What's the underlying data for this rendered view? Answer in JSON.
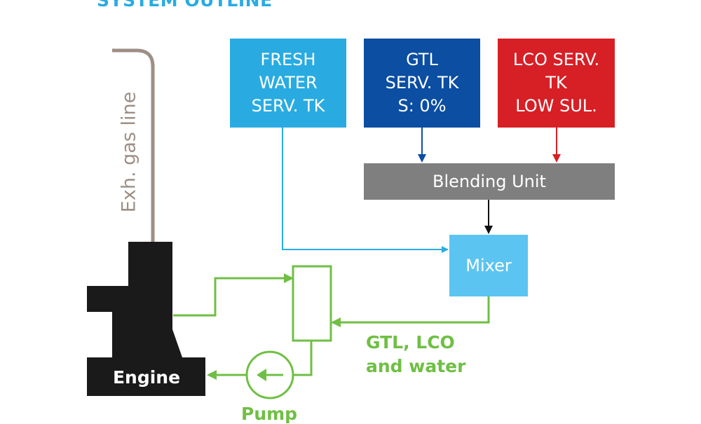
{
  "title": "SYSTEM OUTLINE",
  "tanks": {
    "fresh_water": [
      "FRESH",
      "WATER",
      "SERV. TK"
    ],
    "gtl": [
      "GTL",
      "SERV. TK",
      "S: 0%"
    ],
    "lco": [
      "LCO SERV.",
      "TK",
      "LOW SUL."
    ]
  },
  "blending_unit": "Blending Unit",
  "mixer": "Mixer",
  "engine": "Engine",
  "exhaust_line": "Exh. gas line",
  "mixture_label": [
    "GTL, LCO",
    "and water"
  ],
  "pump": "Pump",
  "colors": {
    "title": "#29abe2",
    "fresh_water": "#29abe2",
    "gtl": "#0b4ea2",
    "lco": "#d71f26",
    "blending_unit": "#7f7f7f",
    "mixer": "#5bc4f1",
    "engine": "#1a1a1a",
    "fuel_line": "#6fbf44",
    "exhaust_line": "#9e8f86"
  }
}
